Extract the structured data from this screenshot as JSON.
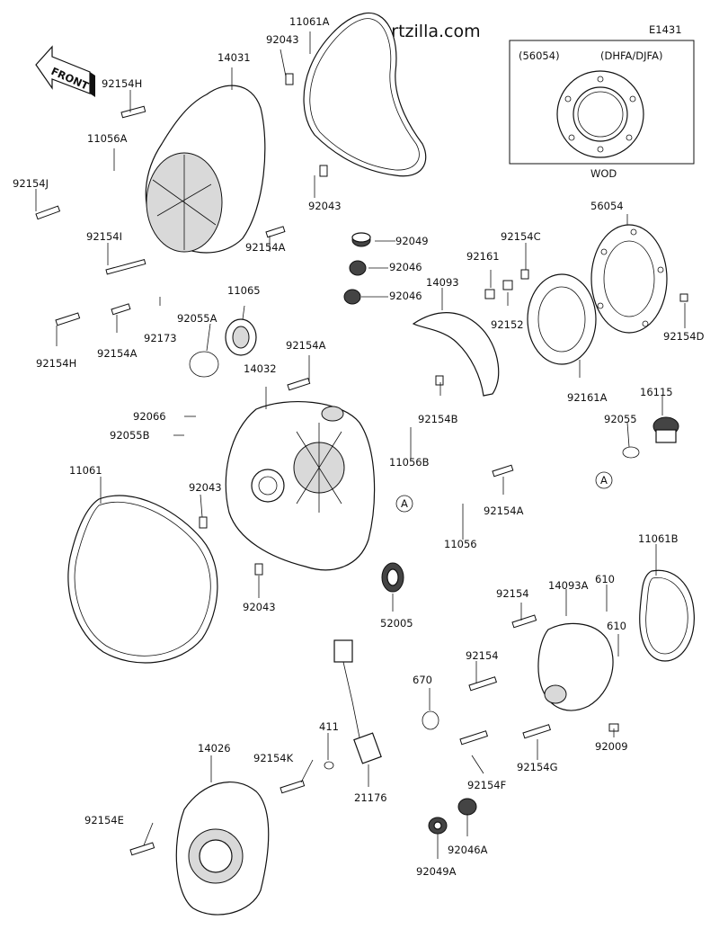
{
  "watermark": "© Partzilla.com",
  "diagram_code": "E1431",
  "inset": {
    "label": "(56054)",
    "variant": "(DHFA/DJFA)",
    "note": "WOD"
  },
  "front_label": "FRONT",
  "callout_letter": "A",
  "labels": [
    "11061A",
    "92043",
    "14031",
    "92154H",
    "11056A",
    "92154J",
    "92154I",
    "92043",
    "92154A",
    "11065",
    "92173",
    "92154A",
    "92154H",
    "92055A",
    "92049",
    "92046",
    "92046",
    "92161",
    "92154C",
    "14093",
    "92152",
    "56054",
    "92154D",
    "92154A",
    "14032",
    "92066",
    "92055B",
    "92154B",
    "11056B",
    "92161A",
    "16115",
    "92055",
    "11061",
    "92043",
    "92154A",
    "11056",
    "11061B",
    "92043",
    "52005",
    "92154",
    "14093A",
    "610",
    "610",
    "92154",
    "670",
    "411",
    "92154K",
    "21176",
    "14026",
    "92154E",
    "92154F",
    "92154G",
    "92009",
    "92046A",
    "92049A"
  ]
}
